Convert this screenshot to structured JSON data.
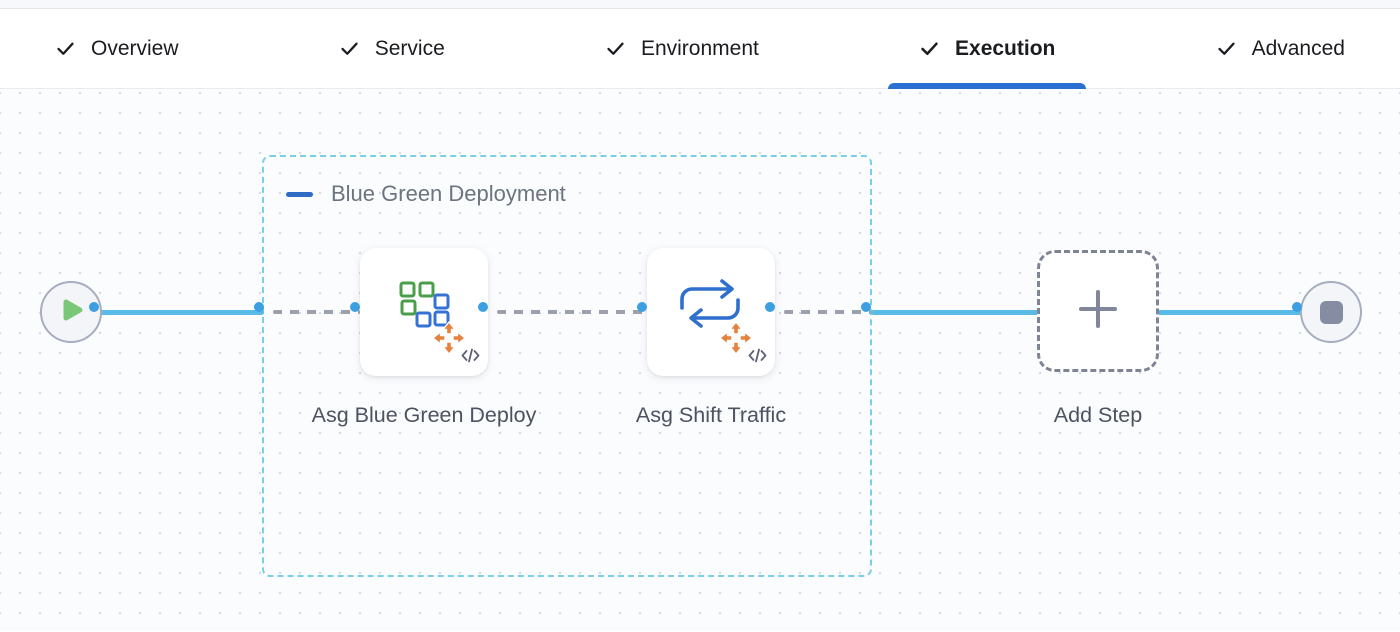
{
  "tabs": {
    "items": [
      {
        "label": "Overview",
        "completed": true,
        "active": false
      },
      {
        "label": "Service",
        "completed": true,
        "active": false
      },
      {
        "label": "Environment",
        "completed": true,
        "active": false
      },
      {
        "label": "Execution",
        "completed": true,
        "active": true
      },
      {
        "label": "Advanced",
        "completed": true,
        "active": false
      }
    ]
  },
  "canvas": {
    "group": {
      "label": "Blue Green Deployment",
      "collapse_icon": "minus-icon"
    },
    "nodes": {
      "start": {
        "icon": "play-icon"
      },
      "step1": {
        "label": "Asg Blue Green Deploy",
        "icons": [
          "asg-squares-icon",
          "move-arrows-icon",
          "code-icon"
        ]
      },
      "step2": {
        "label": "Asg Shift Traffic",
        "icons": [
          "swap-arrows-icon",
          "move-arrows-icon",
          "code-icon"
        ]
      },
      "add_step": {
        "label": "Add Step",
        "icon": "plus-icon"
      },
      "end": {
        "icon": "stop-icon"
      }
    }
  },
  "colors": {
    "active_tab_underline": "#2a6fd2",
    "flow_line": "#5abbe8",
    "port_ring": "#3d9fe0",
    "group_border": "#79cfe5",
    "play_green": "#79c877",
    "move_orange": "#e6823f"
  }
}
